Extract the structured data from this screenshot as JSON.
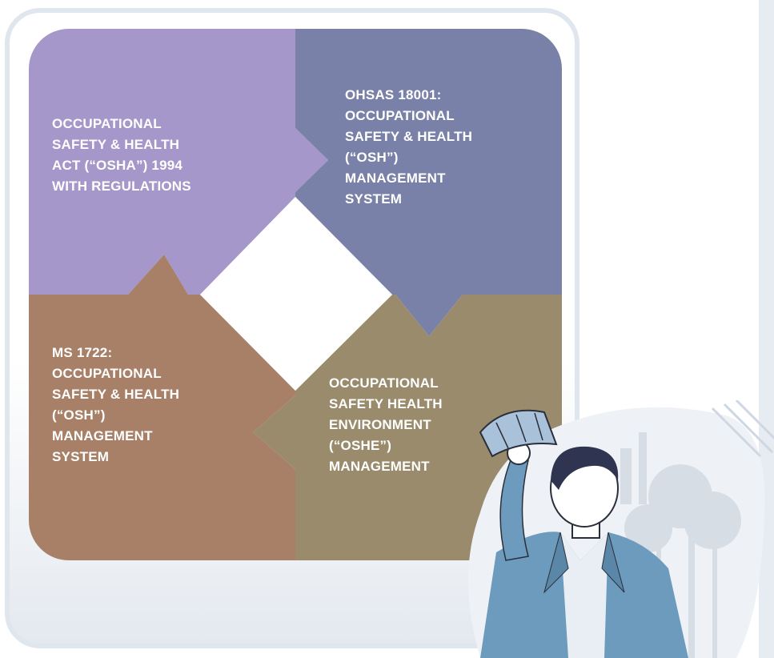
{
  "diagram": {
    "quadrants": [
      {
        "id": "top-left",
        "color": "#a597c9",
        "label": "OCCUPATIONAL\nSAFETY & HEALTH\nACT (“OSHA”) 1994\nWITH REGULATIONS"
      },
      {
        "id": "top-right",
        "color": "#7a81a8",
        "label": "OHSAS 18001:\nOCCUPATIONAL\nSAFETY & HEALTH\n(“OSH”)\nMANAGEMENT\nSYSTEM"
      },
      {
        "id": "bottom-left",
        "color": "#a88068",
        "label": "MS 1722:\nOCCUPATIONAL\nSAFETY & HEALTH\n(“OSH”)\nMANAGEMENT\nSYSTEM"
      },
      {
        "id": "bottom-right",
        "color": "#9a8b6d",
        "label": "OCCUPATIONAL\nSAFETY HEALTH\nENVIRONMENT\n(“OSHE”)\nMANAGEMENT"
      }
    ]
  },
  "illustration": {
    "icon": "person-holding-hard-hat-icon"
  }
}
